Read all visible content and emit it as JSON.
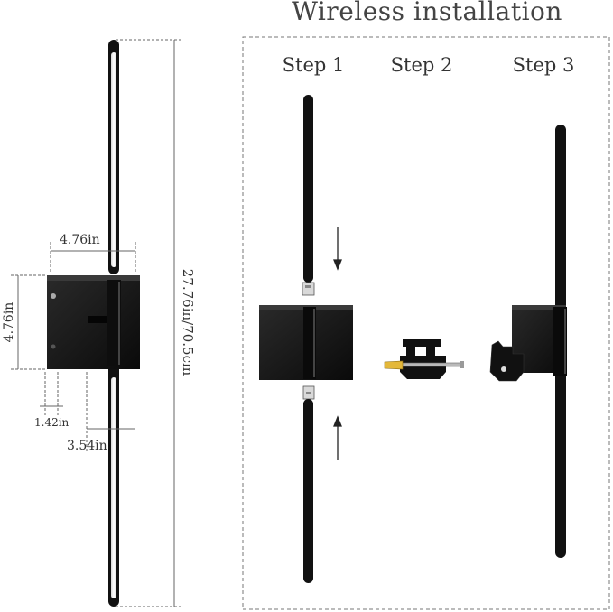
{
  "header": {
    "title": "Wireless installation"
  },
  "steps": [
    {
      "label": "Step 1"
    },
    {
      "label": "Step 2"
    },
    {
      "label": "Step 3"
    }
  ],
  "dimensions": {
    "top_width": "4.76in",
    "height_side": "4.76in",
    "total_length": "27.76in/70.5cm",
    "offset_small": "1.42in",
    "offset_large": "3.54in"
  },
  "colors": {
    "fixture": "#111111",
    "plate": "#1a1a1a",
    "diffuser": "#f4f4f4",
    "dim_line": "#666666",
    "frame_border": "#777777"
  }
}
